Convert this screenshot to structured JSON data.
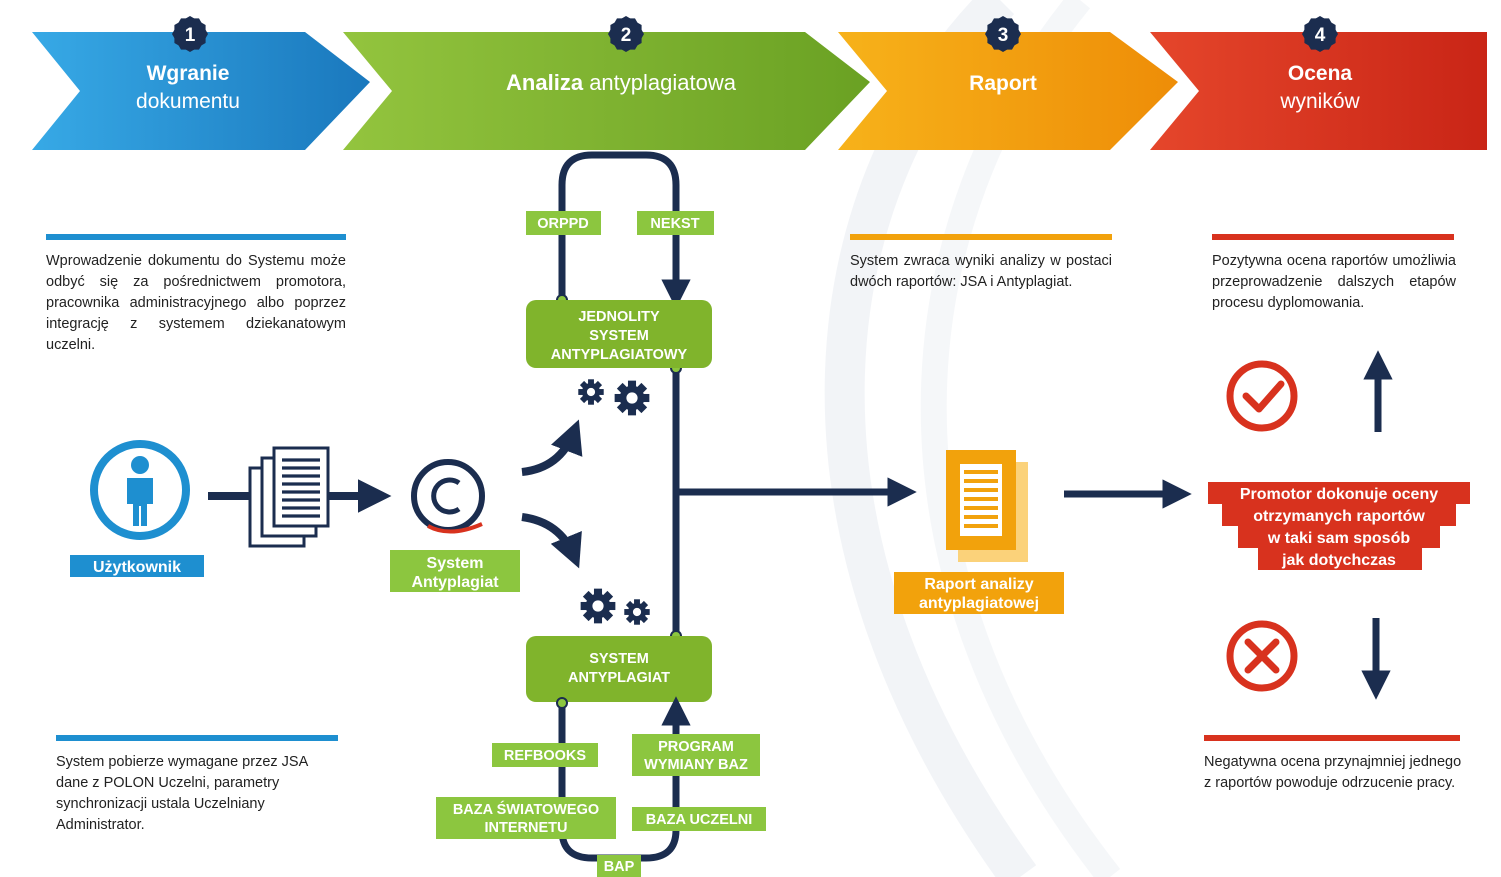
{
  "colors": {
    "blue": "#1e8fd0",
    "green": "#80b42c",
    "orange": "#f2a20c",
    "red": "#d8321e",
    "navy": "#1b2d4f",
    "label_green": "#8cc63f"
  },
  "steps": [
    {
      "number": "1",
      "title_bold": "Wgranie",
      "title_rest": "dokumentu"
    },
    {
      "number": "2",
      "title_bold": "Analiza",
      "title_rest": "antyplagiatowa"
    },
    {
      "number": "3",
      "title_bold": "Raport",
      "title_rest": ""
    },
    {
      "number": "4",
      "title_bold": "Ocena",
      "title_rest": "wyników"
    }
  ],
  "texts": {
    "upload_intro": "Wprowadzenie dokumentu do Systemu może odbyć się za pośrednictwem promotora, pracownika administracyjnego albo poprzez integrację z systemem dziekanatowym uczelni.",
    "jsa_sync": "System pobierze wymagane przez JSA dane z POLON Uczelni, parametry synchronizacji ustala Uczelniany Administrator.",
    "report_intro": "System zwraca wyniki analizy w postaci dwóch raportów: JSA i Antyplagiat.",
    "positive": "Pozytywna ocena raportów umożliwia przeprowadzenie dalszych etapów procesu dyplomowania.",
    "negative": "Negatywna ocena przynajmniej jednego z raportów powoduje odrzucenie pracy."
  },
  "labels": {
    "user": "Użytkownik",
    "system_antyplagiat": [
      "System",
      "Antyplagiat"
    ],
    "jsa": [
      "JEDNOLITY",
      "SYSTEM",
      "ANTYPLAGIATOWY"
    ],
    "sa": [
      "SYSTEM",
      "ANTYPLAGIAT"
    ],
    "orppd": "ORPPD",
    "nekst": "NEKST",
    "refbooks": "REFBOOKS",
    "program": [
      "PROGRAM",
      "WYMIANY BAZ"
    ],
    "baza_swiatowego": [
      "BAZA ŚWIATOWEGO",
      "INTERNETU"
    ],
    "baza_uczelni": "BAZA UCZELNI",
    "bap": "BAP",
    "raport": [
      "Raport analizy",
      "antyplagiatowej"
    ],
    "promotor": [
      "Promotor dokonuje oceny",
      "otrzymanych raportów",
      "w taki sam sposób",
      "jak dotychczas"
    ]
  },
  "icons": {
    "user": "person-icon",
    "document": "documents-icon",
    "antyplagiat": "antyplagiat-logo-icon",
    "gears": "gears-icon",
    "report": "report-document-icon",
    "ok": "checkmark-circle-icon",
    "reject": "x-circle-icon"
  }
}
